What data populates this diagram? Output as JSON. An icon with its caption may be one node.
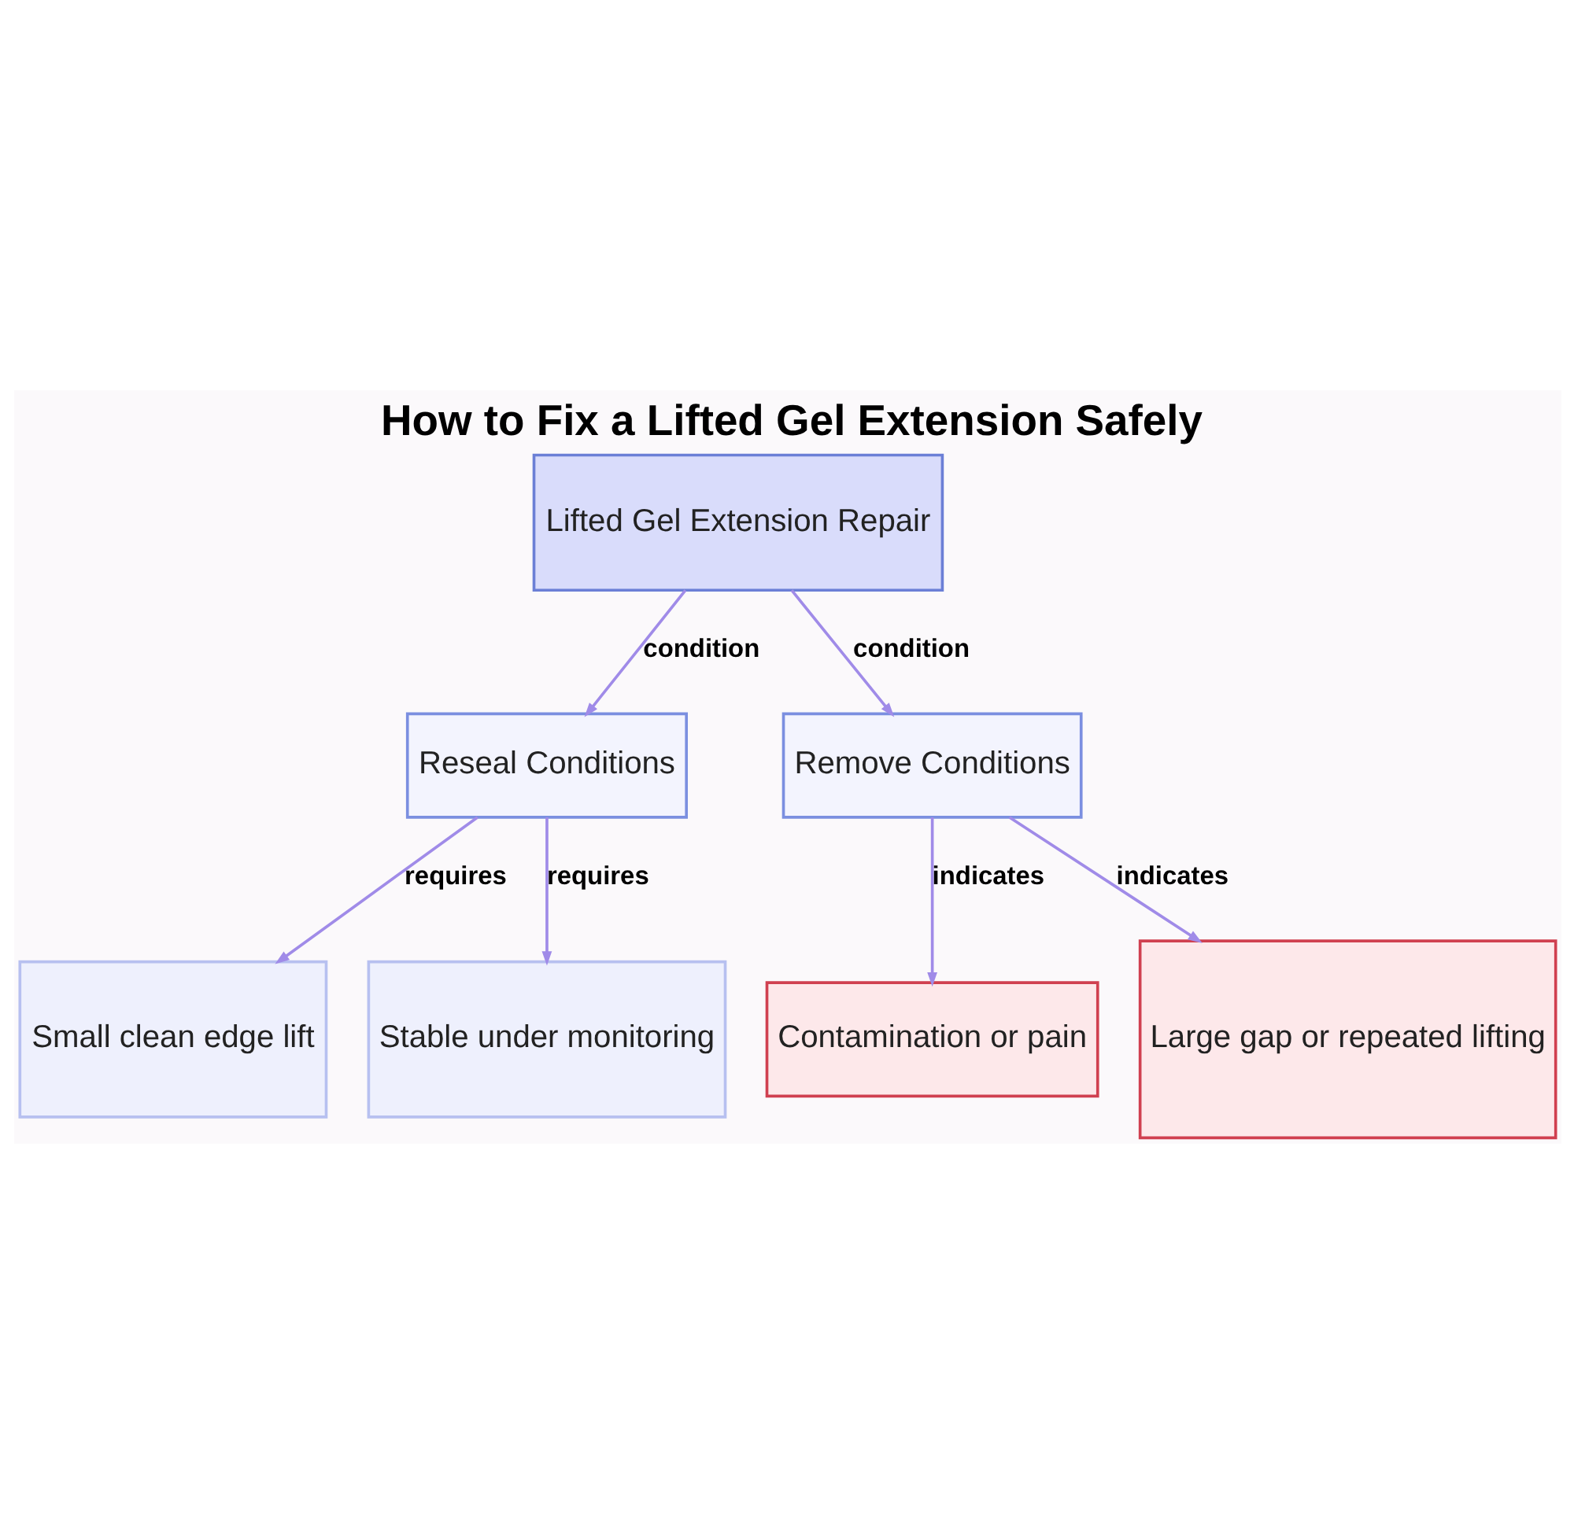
{
  "diagram": {
    "title": "How to Fix a Lifted Gel Extension Safely",
    "nodes": [
      {
        "text": [
          "Lifted Gel Extension Repair"
        ]
      },
      {
        "text": [
          "Reseal Conditions"
        ]
      },
      {
        "text": [
          "Remove Conditions"
        ]
      },
      {
        "text": [
          "Small clean edge lift"
        ]
      },
      {
        "text": [
          "Stable under monitoring"
        ]
      },
      {
        "text": [
          "Contamination or pain"
        ]
      },
      {
        "text": [
          "Large gap or repeated lifting"
        ]
      }
    ],
    "edges": [
      {
        "from": 0,
        "to": 1,
        "arrow": "to",
        "label": "condition"
      },
      {
        "from": 0,
        "to": 2,
        "arrow": "to",
        "label": "condition"
      },
      {
        "from": 1,
        "to": 3,
        "arrow": "to",
        "label": "requires"
      },
      {
        "from": 1,
        "to": 4,
        "arrow": "to",
        "label": "requires"
      },
      {
        "from": 2,
        "to": 5,
        "arrow": "to",
        "label": "indicates"
      },
      {
        "from": 2,
        "to": 6,
        "arrow": "to",
        "label": "indicates"
      }
    ]
  }
}
